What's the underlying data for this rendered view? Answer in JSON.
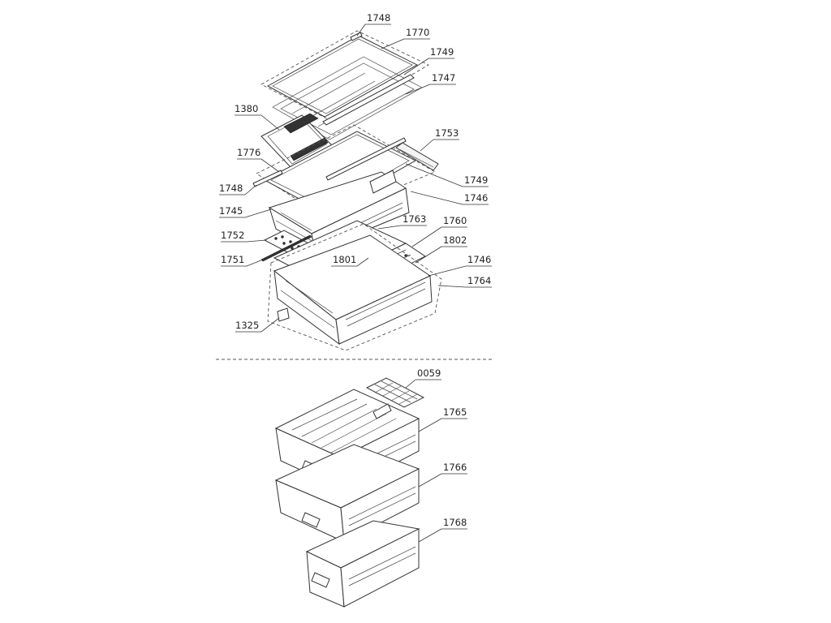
{
  "labels": {
    "l1748a": "1748",
    "l1770": "1770",
    "l1749a": "1749",
    "l1747": "1747",
    "l1380": "1380",
    "l1753": "1753",
    "l1776": "1776",
    "l1749b": "1749",
    "l1748b": "1748",
    "l1746a": "1746",
    "l1745": "1745",
    "l1763": "1763",
    "l1760": "1760",
    "l1752": "1752",
    "l1802": "1802",
    "l1751": "1751",
    "l1801": "1801",
    "l1746b": "1746",
    "l1764": "1764",
    "l1325": "1325",
    "l0059": "0059",
    "l1765": "1765",
    "l1766": "1766",
    "l1768": "1768"
  },
  "colors": {
    "line": "#333333",
    "background": "#ffffff"
  }
}
